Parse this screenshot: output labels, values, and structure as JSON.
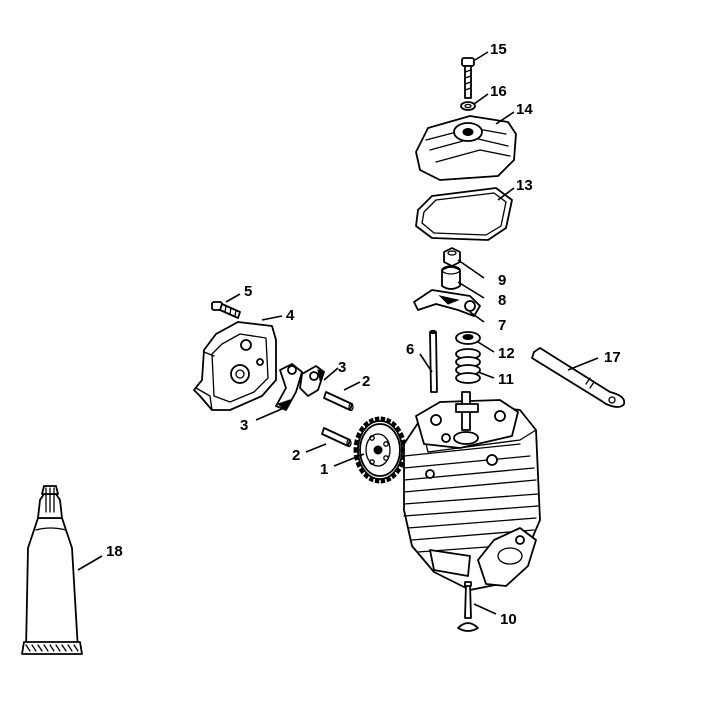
{
  "callouts": {
    "c1": "1",
    "c2a": "2",
    "c2b": "2",
    "c3a": "3",
    "c3b": "3",
    "c4": "4",
    "c5": "5",
    "c6": "6",
    "c7": "7",
    "c8": "8",
    "c9": "9",
    "c10": "10",
    "c11": "11",
    "c12": "12",
    "c13": "13",
    "c14": "14",
    "c15": "15",
    "c16": "16",
    "c17": "17",
    "c18": "18"
  }
}
